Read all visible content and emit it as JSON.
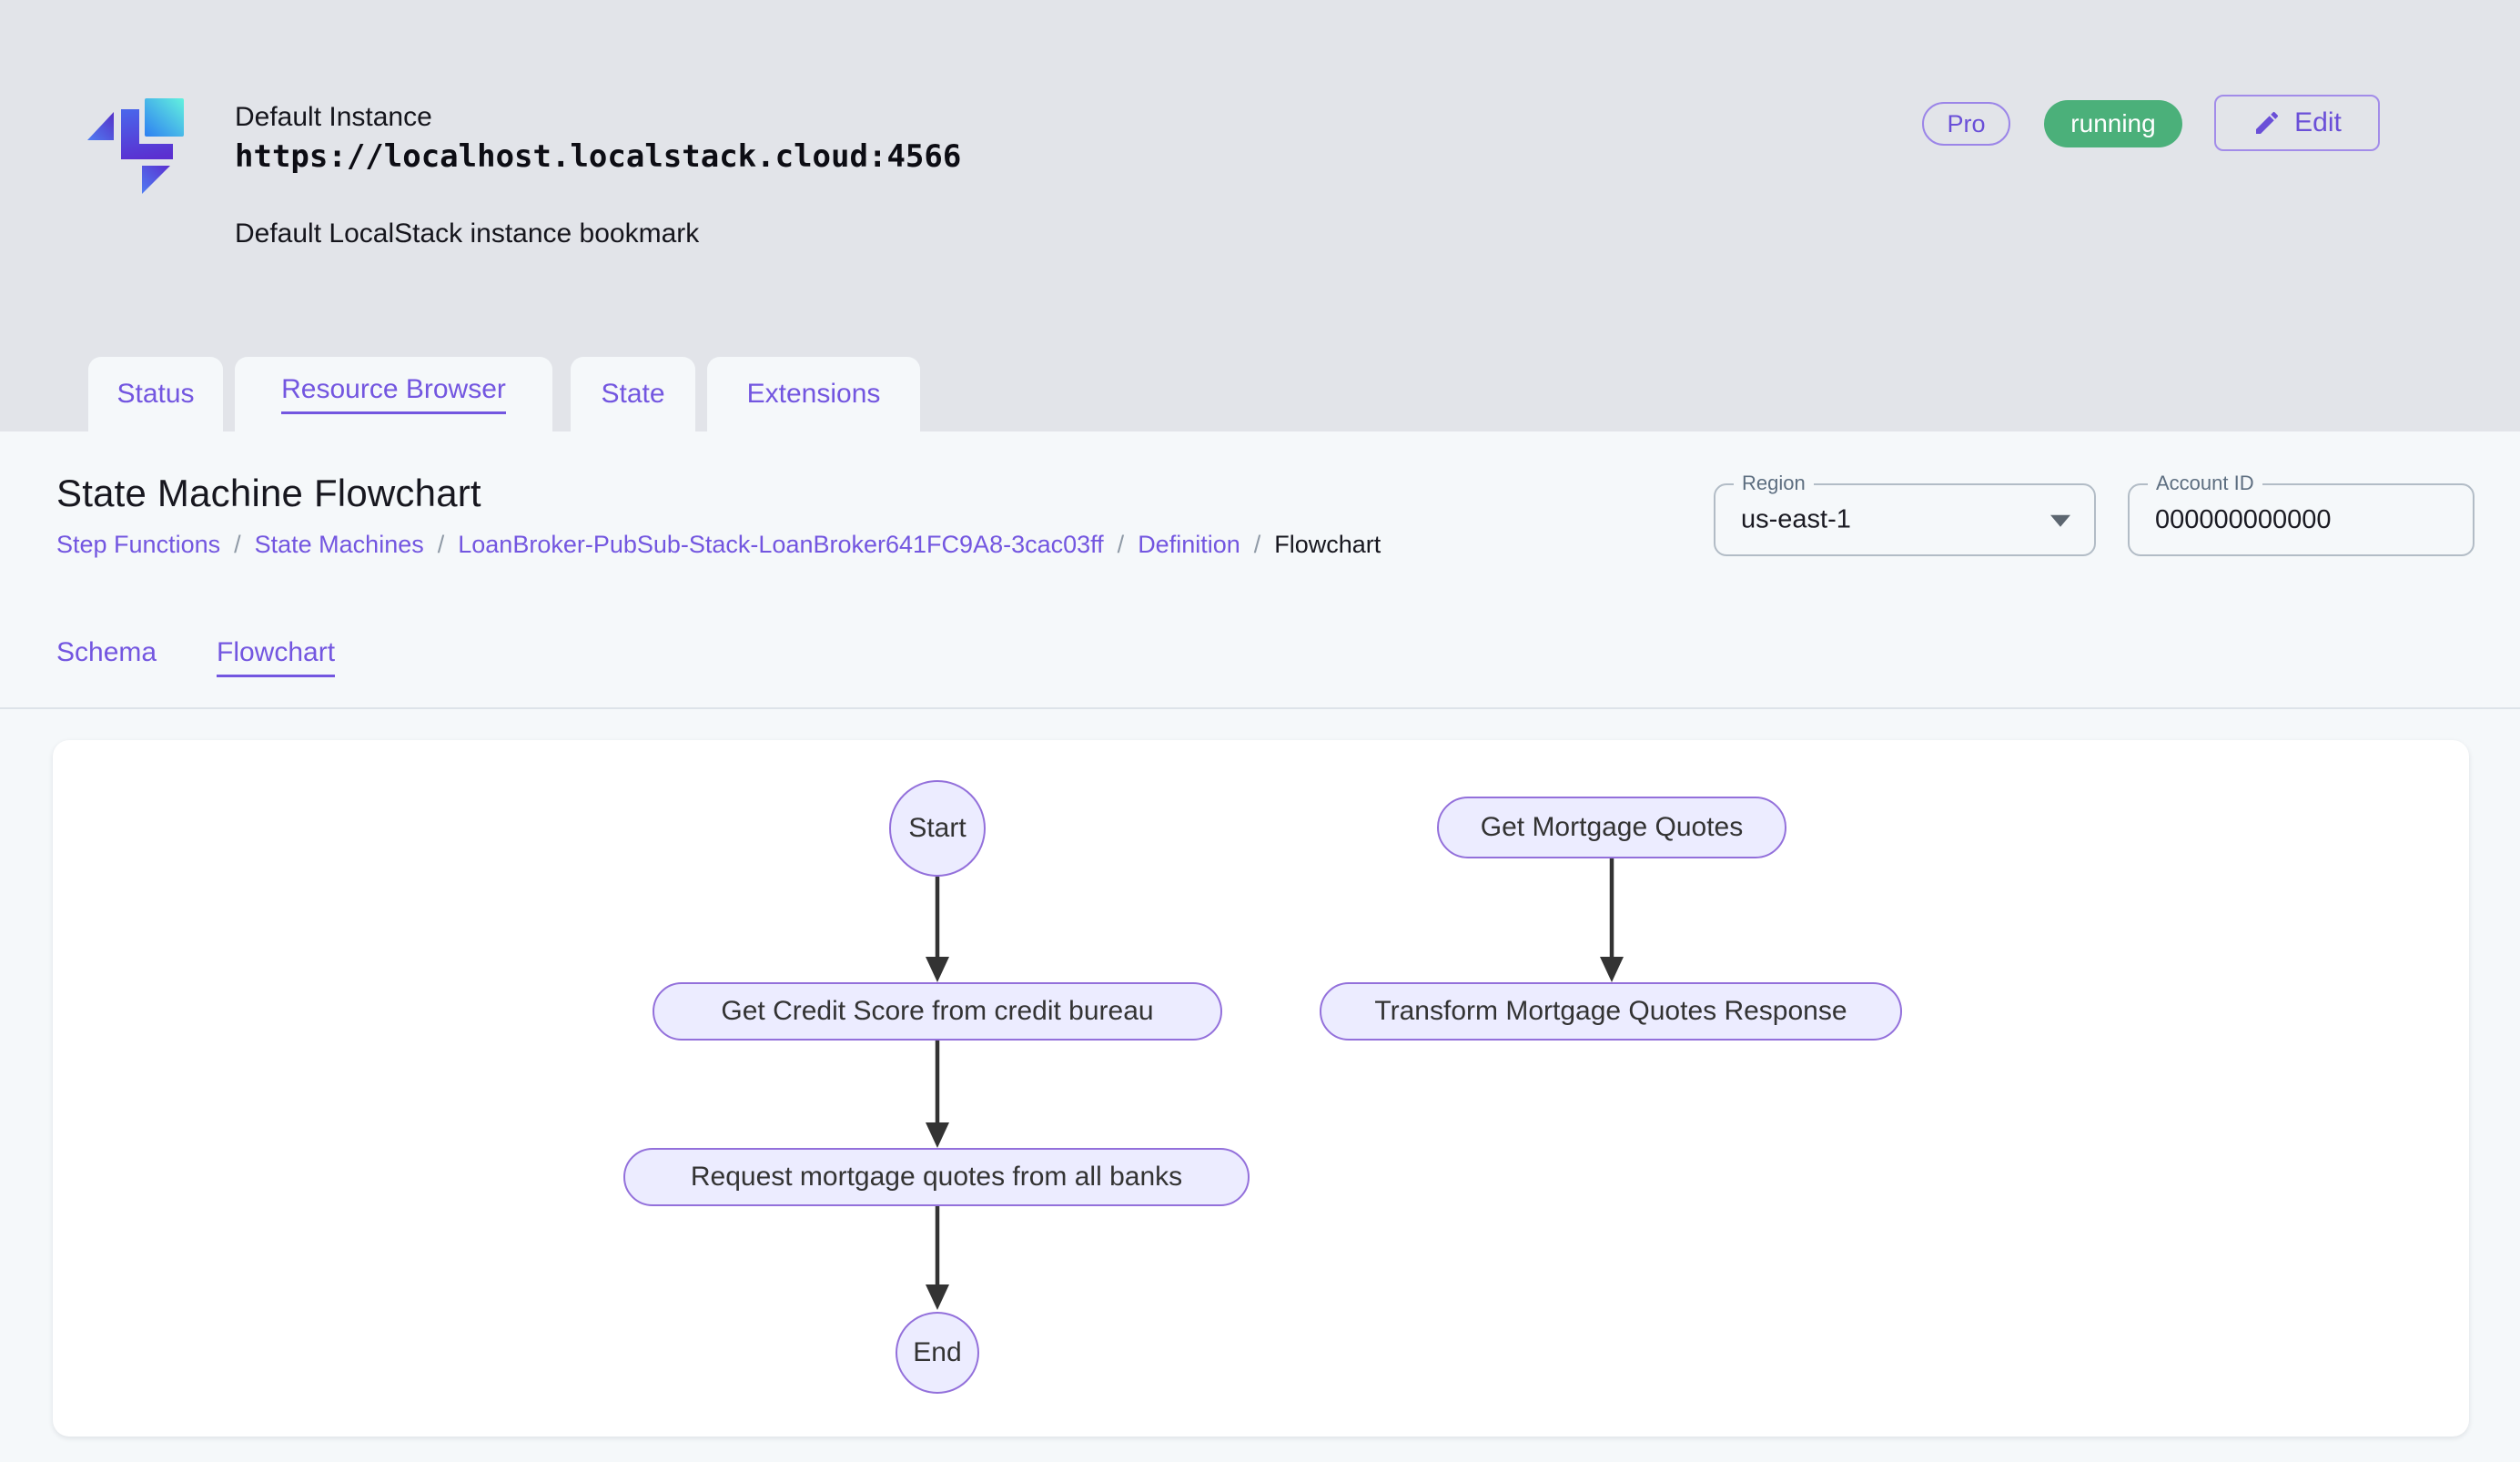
{
  "colors": {
    "accent_purple": "#7356e0",
    "running_green": "#4bb07a",
    "node_fill": "#ECECFF",
    "node_border": "#9370DB",
    "arrow": "#333333",
    "page_background": "#e2e4e9",
    "panel_background": "#f5f8fa"
  },
  "icons": {
    "logo": "localstack-logo",
    "edit_button": "pencil-icon",
    "region_select": "caret-down-icon"
  },
  "header": {
    "instance_name": "Default Instance",
    "instance_url": "https://localhost.localstack.cloud:4566",
    "instance_description": "Default LocalStack instance bookmark",
    "pro_badge": "Pro",
    "status_badge": "running",
    "edit_button": "Edit"
  },
  "tabs": [
    {
      "label": "Status",
      "active": false
    },
    {
      "label": "Resource Browser",
      "active": true
    },
    {
      "label": "State",
      "active": false
    },
    {
      "label": "Extensions",
      "active": false
    }
  ],
  "page": {
    "title": "State Machine Flowchart",
    "breadcrumb": [
      {
        "label": "Step Functions"
      },
      {
        "label": "State Machines"
      },
      {
        "label": "LoanBroker-PubSub-Stack-LoanBroker641FC9A8-3cac03ff"
      },
      {
        "label": "Definition"
      },
      {
        "label": "Flowchart"
      }
    ],
    "breadcrumb_separator": "/",
    "region": {
      "label": "Region",
      "value": "us-east-1"
    },
    "account": {
      "label": "Account ID",
      "value": "000000000000"
    },
    "subtabs": [
      {
        "label": "Schema",
        "active": false
      },
      {
        "label": "Flowchart",
        "active": true
      }
    ]
  },
  "flowchart": {
    "nodes": [
      {
        "id": "start",
        "label": "Start",
        "shape": "circle"
      },
      {
        "id": "credit",
        "label": "Get Credit Score from credit bureau",
        "shape": "pill"
      },
      {
        "id": "request",
        "label": "Request mortgage quotes from all banks",
        "shape": "pill"
      },
      {
        "id": "end",
        "label": "End",
        "shape": "circle"
      },
      {
        "id": "gmq",
        "label": "Get Mortgage Quotes",
        "shape": "pill"
      },
      {
        "id": "transform",
        "label": "Transform Mortgage Quotes Response",
        "shape": "pill"
      }
    ],
    "edges": [
      {
        "from": "start",
        "to": "credit"
      },
      {
        "from": "credit",
        "to": "request"
      },
      {
        "from": "request",
        "to": "end"
      },
      {
        "from": "gmq",
        "to": "transform"
      }
    ]
  }
}
